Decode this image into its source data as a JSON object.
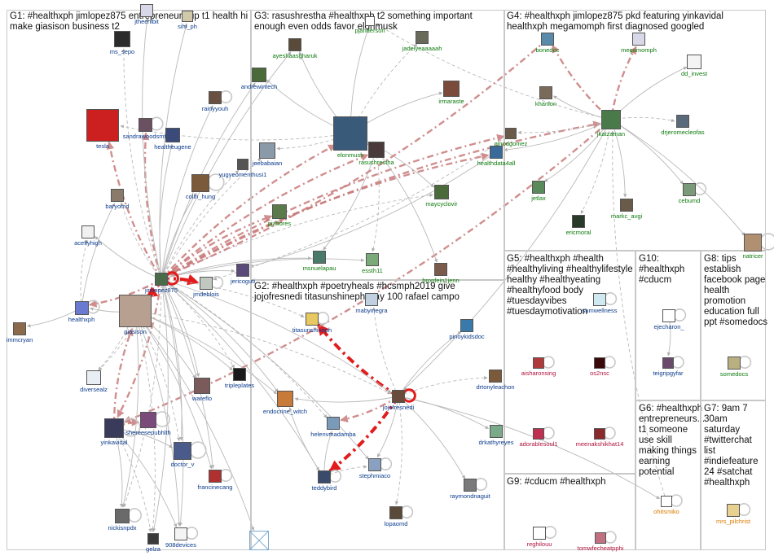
{
  "colors": {
    "edge": "#b9b9b9",
    "edge_strong": "#c87b7b",
    "edge_red": "#e21c1c",
    "label_default": "#0b3b8c",
    "label_green": "#0c7a0c",
    "label_red": "#b0103b",
    "label_orange": "#d87a00"
  },
  "groups": [
    {
      "id": "G1",
      "label": "G1: #healthxph jimlopez875 entrepreneurship t1 health hi make giasison business t2"
    },
    {
      "id": "G3",
      "label": "G3: rasushrestha #healthxph t2 something important enough even odds favor elonmusk"
    },
    {
      "id": "G4",
      "label": "G4: #healthxph jimlopez875 pkd featuring yinkavidal healthxph megamomph first diagnosed googled"
    },
    {
      "id": "G2",
      "label": "G2: #healthxph #poetryheals #hcsmph2019 give jojofresnedi titasunshineph way 100 rafael campo"
    },
    {
      "id": "G5",
      "label": "G5: #healthxph #health #healthyliving #healthylifestyle healthy #healthyeating #healthyfood body #tuesdayvibes #tuesdaymotivation"
    },
    {
      "id": "G10",
      "label": "G10: #healthxph #cducm"
    },
    {
      "id": "G8",
      "label": "G8: tips establish facebook page health promotion education full ppt #somedocs"
    },
    {
      "id": "G6",
      "label": "G6: #healthxph entrepreneurs... t1 someone use skill making things earning potential"
    },
    {
      "id": "G7",
      "label": "G7: 9am 7 30am saturday #twitterchat list #indiefeature 24 #satchat #healthxph"
    },
    {
      "id": "G9",
      "label": "G9: #cducm #healthxph"
    }
  ],
  "nodes": [
    {
      "id": "ms_sepo",
      "label": "ms_sepo",
      "color": "#2b2b2b",
      "lc": "default"
    },
    {
      "id": "jthechibit",
      "label": "jthechibit",
      "color": "#d8d8e8",
      "lc": "default"
    },
    {
      "id": "sihi_ph",
      "label": "sihi_ph",
      "color": "#d0c8a8",
      "lc": "default"
    },
    {
      "id": "rainyyouh",
      "label": "rainyyouh",
      "color": "#6a5040",
      "lc": "default"
    },
    {
      "id": "andrewintech",
      "label": "andrewintech",
      "color": "#4a6a3a",
      "lc": "default"
    },
    {
      "id": "tesla",
      "label": "tesla",
      "color": "#cc1f1f",
      "lc": "default"
    },
    {
      "id": "sandrawoodsmtl",
      "label": "sandrawoodsmtl",
      "color": "#6a5060",
      "lc": "default"
    },
    {
      "id": "healtheugene",
      "label": "healtheugene",
      "color": "#3a4a7a",
      "lc": "default"
    },
    {
      "id": "joebabaian",
      "label": "joebabaian",
      "color": "#8a9aa8",
      "lc": "default"
    },
    {
      "id": "yugyeomenthusi1",
      "label": "yugyeomenthusi1",
      "color": "#555555",
      "lc": "default"
    },
    {
      "id": "colin_hung",
      "label": "colin_hung",
      "color": "#7a5a3a",
      "lc": "default"
    },
    {
      "id": "baryomd",
      "label": "baryomd",
      "color": "#8a7a6a",
      "lc": "default"
    },
    {
      "id": "aceflyhigh",
      "label": "aceflyhigh",
      "color": "#f0f0f0",
      "lc": "default"
    },
    {
      "id": "jimlopez875",
      "label": "jimlopez875",
      "color": "#4a6a4a",
      "lc": "default"
    },
    {
      "id": "jmdeblois",
      "label": "jmdeblois",
      "color": "#c0c8c0",
      "lc": "default"
    },
    {
      "id": "jericoguti",
      "label": "jericoguti",
      "color": "#5a4a7a",
      "lc": "default"
    },
    {
      "id": "healthxph",
      "label": "healthxph",
      "color": "#6a7ad0",
      "lc": "default"
    },
    {
      "id": "giasison",
      "label": "giasison",
      "color": "#b8a090",
      "lc": "default"
    },
    {
      "id": "immcryan",
      "label": "immcryan",
      "color": "#8a6a4a",
      "lc": "default"
    },
    {
      "id": "diversealz",
      "label": "diversealz",
      "color": "#e8eef4",
      "lc": "default"
    },
    {
      "id": "wareflo",
      "label": "wareflo",
      "color": "#7a5a5a",
      "lc": "default"
    },
    {
      "id": "tripleplates",
      "label": "tripleplates",
      "color": "#1a1a1a",
      "lc": "default"
    },
    {
      "id": "shereesepubhlth",
      "label": "shereesepubhlth",
      "color": "#7a4a7a",
      "lc": "default"
    },
    {
      "id": "yinkavidal",
      "label": "yinkavidal",
      "color": "#3a3a5a",
      "lc": "default"
    },
    {
      "id": "doctor_v",
      "label": "doctor_v",
      "color": "#4a5a8a",
      "lc": "default"
    },
    {
      "id": "francinecang",
      "label": "francinecang",
      "color": "#b03030",
      "lc": "default"
    },
    {
      "id": "nickisnpdx",
      "label": "nickisnpdx",
      "color": "#6a6a6a",
      "lc": "default"
    },
    {
      "id": "gelza",
      "label": "gelza",
      "color": "#3a3a3a",
      "lc": "default"
    },
    {
      "id": "908devices",
      "label": "908devices",
      "color": "#f4f4f4",
      "lc": "default"
    },
    {
      "id": "placeholder_box",
      "label": "",
      "color": "#ffffff",
      "lc": "default"
    },
    {
      "id": "pjanderson",
      "label": "pjanderson",
      "color": "#ffffff",
      "lc": "green"
    },
    {
      "id": "ayeshaasgharuk",
      "label": "ayeshaasgharuk",
      "color": "#5a4a3a",
      "lc": "green"
    },
    {
      "id": "jadeiyeaaaaah",
      "label": "jadeiyeaaaaah",
      "color": "#6a6a5a",
      "lc": "green"
    },
    {
      "id": "irmaraste",
      "label": "irmaraste",
      "color": "#7a4a3a",
      "lc": "green"
    },
    {
      "id": "elonmusk",
      "label": "elonmusk",
      "color": "#3a5a7a",
      "lc": "green"
    },
    {
      "id": "rasushrestha",
      "label": "rasushrestha",
      "color": "#4a3a3a",
      "lc": "green"
    },
    {
      "id": "maycyclovir",
      "label": "maycyclovir",
      "color": "#4a6a3a",
      "lc": "green"
    },
    {
      "id": "pjaflores",
      "label": "pjaflores",
      "color": "#5a7a4a",
      "lc": "green"
    },
    {
      "id": "msnuelapau",
      "label": "msnuelapau",
      "color": "#4a7a6a",
      "lc": "green"
    },
    {
      "id": "essth11",
      "label": "essth11",
      "color": "#7aaa7a",
      "lc": "green"
    },
    {
      "id": "bronfein1jenn",
      "label": "bronfein1jenn",
      "color": "#7a5a4a",
      "lc": "green"
    },
    {
      "id": "megamomph",
      "label": "megamomph",
      "color": "#d8d8e8",
      "lc": "green"
    },
    {
      "id": "dd_invest",
      "label": "dd_invest",
      "color": "#f4f4f4",
      "lc": "green"
    },
    {
      "id": "bonedoc",
      "label": "bonedoc",
      "color": "#5a8aaa",
      "lc": "green"
    },
    {
      "id": "khanlon",
      "label": "khanlon",
      "color": "#7a6a5a",
      "lc": "green"
    },
    {
      "id": "jkatzaman",
      "label": "jkatzaman",
      "color": "#4a7a4a",
      "lc": "green"
    },
    {
      "id": "drjeromecleofas",
      "label": "drjeromecleofas",
      "color": "#5a6a7a",
      "lc": "green"
    },
    {
      "id": "ginodgomez",
      "label": "ginodgomez",
      "color": "#6a5a4a",
      "lc": "green"
    },
    {
      "id": "healthdata4all",
      "label": "healthdata4all",
      "color": "#3a6a9a",
      "lc": "green"
    },
    {
      "id": "jetlax",
      "label": "jetlax",
      "color": "#5a8a5a",
      "lc": "green"
    },
    {
      "id": "cebumd",
      "label": "cebumd",
      "color": "#7a9a7a",
      "lc": "green"
    },
    {
      "id": "markc_avgi",
      "label": "markc_avgi",
      "color": "#6a5a4a",
      "lc": "green"
    },
    {
      "id": "ericmoral",
      "label": "ericmoral",
      "color": "#2a3a2a",
      "lc": "green"
    },
    {
      "id": "natricer",
      "label": "natricer",
      "color": "#b09070",
      "lc": "green"
    },
    {
      "id": "titasunshineph",
      "label": "titasunshineph",
      "color": "#e8c860",
      "lc": "default"
    },
    {
      "id": "jojofresnedi",
      "label": "jojofresnedi",
      "color": "#6a4a3a",
      "lc": "default"
    },
    {
      "id": "endocrine_witch",
      "label": "endocrine_witch",
      "color": "#c87a3a",
      "lc": "default"
    },
    {
      "id": "helenvmadamba",
      "label": "helenvmadamba",
      "color": "#7a9aba",
      "lc": "default"
    },
    {
      "id": "teddybird",
      "label": "teddybird",
      "color": "#3a4a6a",
      "lc": "default"
    },
    {
      "id": "stephmiaco",
      "label": "stephmiaco",
      "color": "#8aa0c0",
      "lc": "default"
    },
    {
      "id": "lopaomd",
      "label": "lopaomd",
      "color": "#5a4a3a",
      "lc": "default"
    },
    {
      "id": "mabyinegra",
      "label": "mabyinegra",
      "color": "#c0d0e0",
      "lc": "default"
    },
    {
      "id": "pinoykidsdoc",
      "label": "pinoykidsdoc",
      "color": "#3a7aaa",
      "lc": "default"
    },
    {
      "id": "sumwellness",
      "label": "sumwellness",
      "color": "#d0e8f0",
      "lc": "default"
    },
    {
      "id": "drtonyleachon",
      "label": "drtonyleachon",
      "color": "#7a5a3a",
      "lc": "default"
    },
    {
      "id": "drkathyreyes",
      "label": "drkathyreyes",
      "color": "#7aaa8a",
      "lc": "default"
    },
    {
      "id": "raymondnaguit",
      "label": "raymondnaguit",
      "color": "#7a7a7a",
      "lc": "default"
    },
    {
      "id": "aisharonsing",
      "label": "aisharonsing",
      "color": "#b03a3a",
      "lc": "red"
    },
    {
      "id": "os2nsc",
      "label": "os2nsc",
      "color": "#3a0a0a",
      "lc": "red"
    },
    {
      "id": "adorablesoul1",
      "label": "adorablesoul1",
      "color": "#c03050",
      "lc": "red"
    },
    {
      "id": "meenakshikhat14",
      "label": "meenakshikhat14",
      "color": "#8a2a2a",
      "lc": "red"
    },
    {
      "id": "ejecharon_",
      "label": "ejecharon_",
      "color": "#ffffff",
      "lc": "default"
    },
    {
      "id": "teigripgyfar",
      "label": "teigripgyfar",
      "color": "#6a4a6a",
      "lc": "default"
    },
    {
      "id": "somedocs",
      "label": "somedocs",
      "color": "#b8b080",
      "lc": "green"
    },
    {
      "id": "ohitsmiko",
      "label": "ohitsmiko",
      "color": "#ffffff",
      "lc": "orange"
    },
    {
      "id": "mrs_pilchrist",
      "label": "mrs_pilchrist",
      "color": "#e8d090",
      "lc": "orange"
    },
    {
      "id": "reghilouu",
      "label": "reghilouu",
      "color": "#ffffff",
      "lc": "red"
    },
    {
      "id": "tomwfecheatpphi",
      "label": "tomwfecheatpphi",
      "color": "#c07080",
      "lc": "red"
    }
  ],
  "edges": [
    [
      "jimlopez875",
      "giasison",
      "red"
    ],
    [
      "jimlopez875",
      "healthxph",
      "strong"
    ],
    [
      "jimlopez875",
      "jkatzaman",
      "strong"
    ],
    [
      "jimlopez875",
      "elonmusk",
      "strong"
    ],
    [
      "jimlopez875",
      "rasushrestha",
      "strong"
    ],
    [
      "jimlopez875",
      "tesla",
      "strong"
    ],
    [
      "jimlopez875",
      "sandrawoodsmtl",
      "strong"
    ],
    [
      "jimlopez875",
      "yinkavidal",
      "strong"
    ],
    [
      "jimlopez875",
      "ginodgomez",
      "strong"
    ],
    [
      "jimlopez875",
      "healthdata4all",
      "strong"
    ],
    [
      "jimlopez875",
      "pjaflores",
      "strong"
    ],
    [
      "jimlopez875",
      "jmdeblois",
      "red"
    ],
    [
      "jojofresnedi",
      "titasunshineph",
      "red"
    ],
    [
      "jojofresnedi",
      "teddybird",
      "red"
    ],
    [
      "jojofresnedi",
      "helenvmadamba",
      "strong"
    ],
    [
      "yinkavidal",
      "shereesepubhlth",
      "strong"
    ],
    [
      "yinkavidal",
      "giasison",
      "strong"
    ],
    [
      "jkatzaman",
      "bonedoc",
      "strong"
    ],
    [
      "jkatzaman",
      "megamomph",
      "strong"
    ],
    [
      "jkatzaman",
      "khanlon",
      "edge"
    ],
    [
      "jkatzaman",
      "dd_invest",
      "edge"
    ],
    [
      "jkatzaman",
      "drjeromecleofas",
      "edge"
    ],
    [
      "jkatzaman",
      "cebumd",
      "edge"
    ],
    [
      "jkatzaman",
      "markc_avgi",
      "edge"
    ],
    [
      "jkatzaman",
      "ericmoral",
      "edge"
    ],
    [
      "jkatzaman",
      "jetlax",
      "edge"
    ],
    [
      "jkatzaman",
      "natricer",
      "edge"
    ],
    [
      "jkatzaman",
      "ginodgomez",
      "edge"
    ],
    [
      "jkatzaman",
      "healthdata4all",
      "edge"
    ],
    [
      "jkatzaman",
      "yinkavidal",
      "strong"
    ],
    [
      "jkatzaman",
      "pjanderson",
      "edge"
    ],
    [
      "jkatzaman",
      "jojofresnedi",
      "edge"
    ],
    [
      "elonmusk",
      "rasushrestha",
      "edge"
    ],
    [
      "elonmusk",
      "joebabaian",
      "edge"
    ],
    [
      "elonmusk",
      "ayeshaasgharuk",
      "edge"
    ],
    [
      "elonmusk",
      "andrewintech",
      "edge"
    ],
    [
      "elonmusk",
      "jadeiyeaaaaah",
      "edge"
    ],
    [
      "elonmusk",
      "irmaraste",
      "edge"
    ],
    [
      "elonmusk",
      "maycyclovir",
      "edge"
    ],
    [
      "elonmusk",
      "tesla",
      "edge"
    ],
    [
      "elonmusk",
      "pjanderson",
      "edge"
    ],
    [
      "rasushrestha",
      "msnuelapau",
      "edge"
    ],
    [
      "rasushrestha",
      "essth11",
      "edge"
    ],
    [
      "rasushrestha",
      "bronfein1jenn",
      "edge"
    ],
    [
      "giasison",
      "healthxph",
      "edge"
    ],
    [
      "giasison",
      "diversealz",
      "edge"
    ],
    [
      "giasison",
      "wareflo",
      "edge"
    ],
    [
      "giasison",
      "tripleplates",
      "edge"
    ],
    [
      "giasison",
      "doctor_v",
      "edge"
    ],
    [
      "giasison",
      "francinecang",
      "edge"
    ],
    [
      "giasison",
      "nickisnpdx",
      "edge"
    ],
    [
      "giasison",
      "gelza",
      "edge"
    ],
    [
      "giasison",
      "908devices",
      "edge"
    ],
    [
      "giasison",
      "placeholder_box",
      "edge"
    ],
    [
      "giasison",
      "jojofresnedi",
      "edge"
    ],
    [
      "giasison",
      "endocrine_witch",
      "edge"
    ],
    [
      "healthxph",
      "immcryan",
      "edge"
    ],
    [
      "healthxph",
      "aceflyhigh",
      "edge"
    ],
    [
      "healthxph",
      "baryomd",
      "edge"
    ],
    [
      "jimlopez875",
      "colin_hung",
      "edge"
    ],
    [
      "jimlopez875",
      "yugyeomenthusi1",
      "edge"
    ],
    [
      "jimlopez875",
      "healtheugene",
      "edge"
    ],
    [
      "jimlopez875",
      "rainyyouh",
      "edge"
    ],
    [
      "jimlopez875",
      "ms_sepo",
      "edge"
    ],
    [
      "jimlopez875",
      "jthechibit",
      "edge"
    ],
    [
      "jimlopez875",
      "sihi_ph",
      "edge"
    ],
    [
      "jimlopez875",
      "joebabaian",
      "edge"
    ],
    [
      "jimlopez875",
      "andrewintech",
      "edge"
    ],
    [
      "jimlopez875",
      "jericoguti",
      "edge"
    ],
    [
      "jimlopez875",
      "baryomd",
      "edge"
    ],
    [
      "jimlopez875",
      "aceflyhigh",
      "edge"
    ],
    [
      "jimlopez875",
      "wareflo",
      "edge"
    ],
    [
      "jimlopez875",
      "tripleplates",
      "edge"
    ],
    [
      "jimlopez875",
      "doctor_v",
      "edge"
    ],
    [
      "jimlopez875",
      "francinecang",
      "edge"
    ],
    [
      "jimlopez875",
      "nickisnpdx",
      "edge"
    ],
    [
      "jimlopez875",
      "gelza",
      "edge"
    ],
    [
      "jimlopez875",
      "908devices",
      "edge"
    ],
    [
      "jimlopez875",
      "diversealz",
      "edge"
    ],
    [
      "jimlopez875",
      "jojofresnedi",
      "edge"
    ],
    [
      "jimlopez875",
      "endocrine_witch",
      "edge"
    ],
    [
      "jimlopez875",
      "helenvmadamba",
      "edge"
    ],
    [
      "jimlopez875",
      "teddybird",
      "edge"
    ],
    [
      "jimlopez875",
      "stephmiaco",
      "edge"
    ],
    [
      "jimlopez875",
      "titasunshineph",
      "edge"
    ],
    [
      "jimlopez875",
      "msnuelapau",
      "edge"
    ],
    [
      "jimlopez875",
      "essth11",
      "edge"
    ],
    [
      "jimlopez875",
      "maycyclovir",
      "edge"
    ],
    [
      "jimlopez875",
      "ayeshaasgharuk",
      "edge"
    ],
    [
      "jojofresnedi",
      "pinoykidsdoc",
      "edge"
    ],
    [
      "jojofresnedi",
      "drtonyleachon",
      "edge"
    ],
    [
      "jojofresnedi",
      "drkathyreyes",
      "edge"
    ],
    [
      "jojofresnedi",
      "raymondnaguit",
      "edge"
    ],
    [
      "jojofresnedi",
      "lopaomd",
      "edge"
    ],
    [
      "jojofresnedi",
      "stephmiaco",
      "edge"
    ],
    [
      "jojofresnedi",
      "endocrine_witch",
      "edge"
    ],
    [
      "jojofresnedi",
      "mabyinegra",
      "edge"
    ],
    [
      "jojofresnedi",
      "ohitsmiko",
      "edge"
    ],
    [
      "teddybird",
      "helenvmadamba",
      "edge"
    ],
    [
      "teddybird",
      "stephmiaco",
      "edge"
    ],
    [
      "teddybird",
      "endocrine_witch",
      "edge"
    ],
    [
      "ejecharon_",
      "teigripgyfar",
      "edge"
    ],
    [
      "ohitsmiko",
      "jkatzaman",
      "edge"
    ],
    [
      "yinkavidal",
      "doctor_v",
      "edge"
    ],
    [
      "yinkavidal",
      "nickisnpdx",
      "edge"
    ],
    [
      "yinkavidal",
      "gelza",
      "edge"
    ],
    [
      "yinkavidal",
      "908devices",
      "edge"
    ],
    [
      "healthdata4all",
      "jericoguti",
      "edge"
    ],
    [
      "ginodgomez",
      "jmdeblois",
      "edge"
    ],
    [
      "bonedoc",
      "jimlopez875",
      "strong"
    ]
  ],
  "self_loops": [
    "jimlopez875",
    "jojofresnedi",
    "aisharonsing",
    "os2nsc",
    "adorablesoul1",
    "meenakshikhat14",
    "ejecharon_",
    "teigripgyfar",
    "cebumd",
    "ohitsmiko",
    "mrs_pilchrist",
    "reghilouu",
    "tomwfecheatpphi",
    "titasunshineph",
    "teddybird",
    "stephmiaco",
    "sandrawoodsmtl",
    "francinecang",
    "doctor_v",
    "908devices",
    "colin_hung",
    "yinkavidal",
    "nickisnpdx",
    "shereesepubhlth",
    "jmdeblois",
    "healthxph",
    "rainyyouh",
    "natricer",
    "sumwellness",
    "somedocs",
    "raymondnaguit",
    "lopaomd"
  ]
}
